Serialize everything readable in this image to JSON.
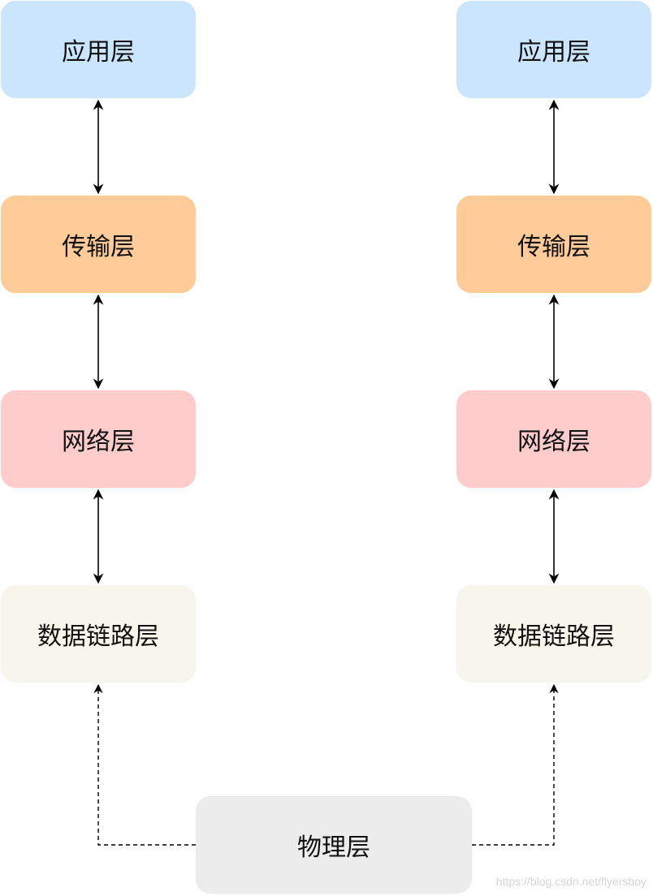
{
  "layers": {
    "application": "应用层",
    "transport": "传输层",
    "network": "网络层",
    "datalink": "数据链路层",
    "physical": "物理层"
  },
  "colors": {
    "application": "#cce5ff",
    "transport": "#ffcc99",
    "network": "#ffcccc",
    "datalink": "#f8f5ec",
    "physical": "#ececec",
    "arrow": "#000000"
  },
  "watermark": "https://blog.csdn.net/flyersboy"
}
